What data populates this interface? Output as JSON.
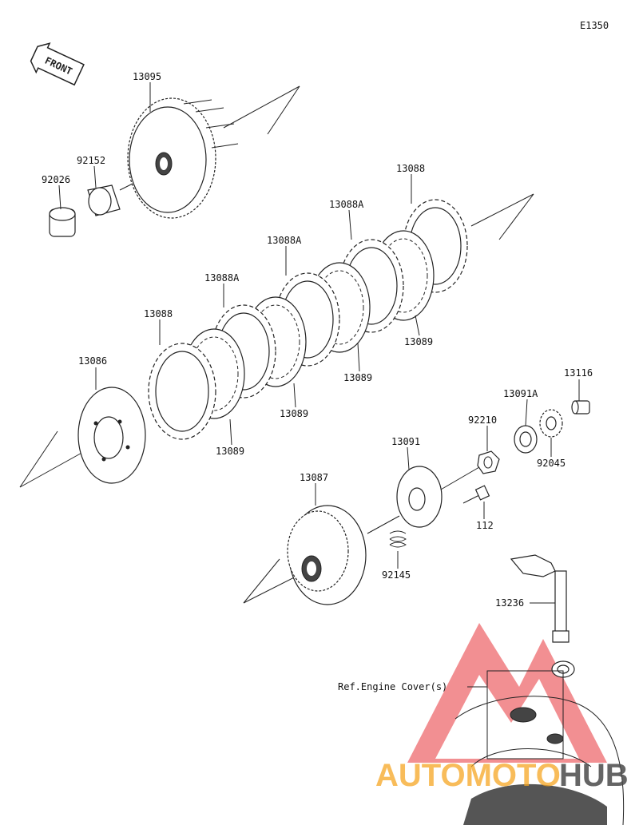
{
  "diagram_code": "E1350",
  "front_label": "FRONT",
  "labels": {
    "p13095": "13095",
    "p92152": "92152",
    "p92026": "92026",
    "p13088_top": "13088",
    "p13088A_1": "13088A",
    "p13088A_2": "13088A",
    "p13088A_3": "13088A",
    "p13088_left": "13088",
    "p13089_1": "13089",
    "p13089_2": "13089",
    "p13089_3": "13089",
    "p13089_4": "13089",
    "p13086": "13086",
    "p13116": "13116",
    "p13091A": "13091A",
    "p92210": "92210",
    "p92045": "92045",
    "p13091": "13091",
    "p13087": "13087",
    "p112": "112",
    "p92145": "92145",
    "p13236": "13236",
    "ref_engine_cover": "Ref.Engine Cover(s)"
  },
  "watermark": {
    "part1": "AUTOMOTO",
    "part2": "HUB",
    "color1": "#f5a623",
    "color2": "#4a4a4a",
    "logo_color": "#e8343a"
  }
}
